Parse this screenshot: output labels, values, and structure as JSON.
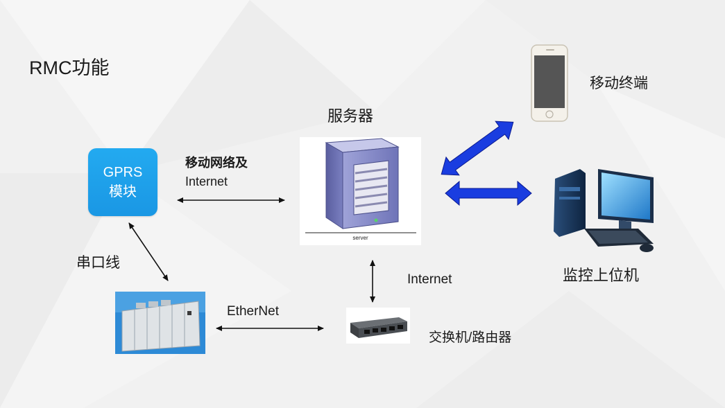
{
  "title": "RMC功能",
  "nodes": {
    "gprs": {
      "line1": "GPRS",
      "line2": "模块"
    },
    "server": {
      "label": "服务器",
      "caption": "server"
    },
    "mobile": {
      "label": "移动终端"
    },
    "monitor_pc": {
      "label": "监控上位机"
    },
    "switch": {
      "label": "交换机/路由器"
    }
  },
  "edges": {
    "mobile_network": {
      "line1": "移动网络及",
      "line2": "Internet"
    },
    "serial": {
      "label": "串口线"
    },
    "internet": {
      "label": "Internet"
    },
    "ethernet": {
      "label": "EtherNet"
    }
  },
  "colors": {
    "gprs_fill": "#1fa2ec",
    "link_arrow_blue": "#1a3de0",
    "line_arrow": "#111111"
  }
}
